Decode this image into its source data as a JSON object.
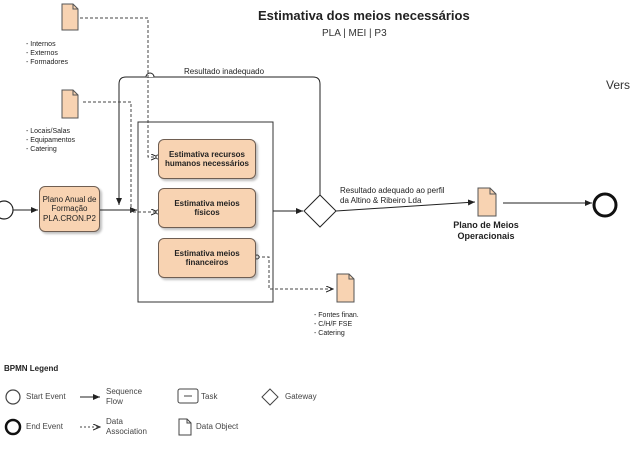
{
  "header": {
    "title": "Estimativa dos meios necessários",
    "subtitle": "PLA | MEI | P3",
    "corner_text": "Vers"
  },
  "tasks": {
    "plano_anual": "Plano Anual de\nFormação\nPLA.CRON.P2",
    "recursos_humanos": "Estimativa recursos\nhumanos necessários",
    "meios_fisicos": "Estimativa meios\nfísicos",
    "meios_financeiros": "Estimativa meios\nfinanceiros"
  },
  "data_objects": {
    "humanos_items": "- Internos\n- Externos\n- Formadores",
    "fisicos_items": "- Locais/Salas\n- Equipamentos\n- Catering",
    "financeiros_items": "- Fontes finan.\n- C/H/F FSE\n- Catering",
    "plano_meios_label": "Plano de Meios\nOperacionais"
  },
  "flows": {
    "resultado_inadequado": "Resultado inadequado",
    "resultado_adequado": "Resultado adequado ao perfil\nda Altino & Ribeiro Lda"
  },
  "legend": {
    "title": "BPMN Legend",
    "start_event": "Start Event",
    "sequence_flow": "Sequence\nFlow",
    "task": "Task",
    "gateway": "Gateway",
    "end_event": "End Event",
    "data_association": "Data\nAssociation",
    "data_object": "Data Object"
  },
  "colors": {
    "task_fill": "#f8d3b2",
    "data_object_fill": "#f8d3b2",
    "line": "#222222"
  }
}
